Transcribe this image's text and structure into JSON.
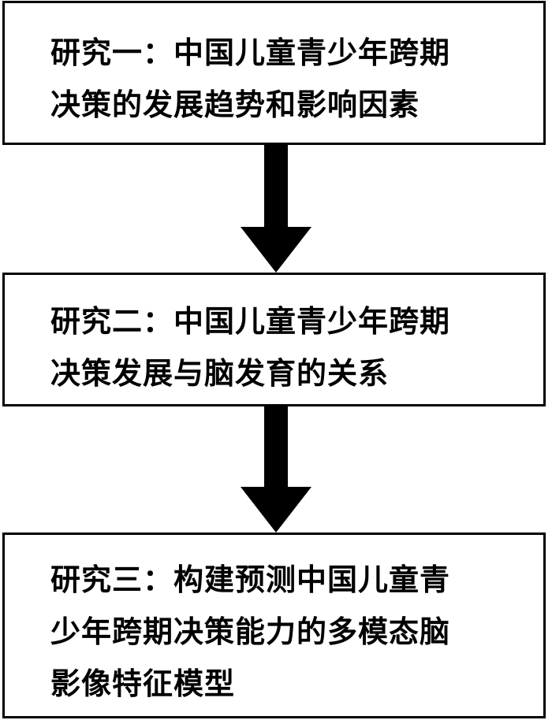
{
  "boxes": [
    {
      "lines": [
        "研究一：中国儿童青少年跨期",
        "决策的发展趋势和影响因素"
      ]
    },
    {
      "lines": [
        "研究二：中国儿童青少年跨期",
        "决策发展与脑发育的关系"
      ]
    },
    {
      "lines": [
        "研究三：构建预测中国儿童青",
        "少年跨期决策能力的多模态脑",
        "影像特征模型"
      ]
    }
  ],
  "colors": {
    "stroke": "#000000",
    "background": "#ffffff"
  }
}
